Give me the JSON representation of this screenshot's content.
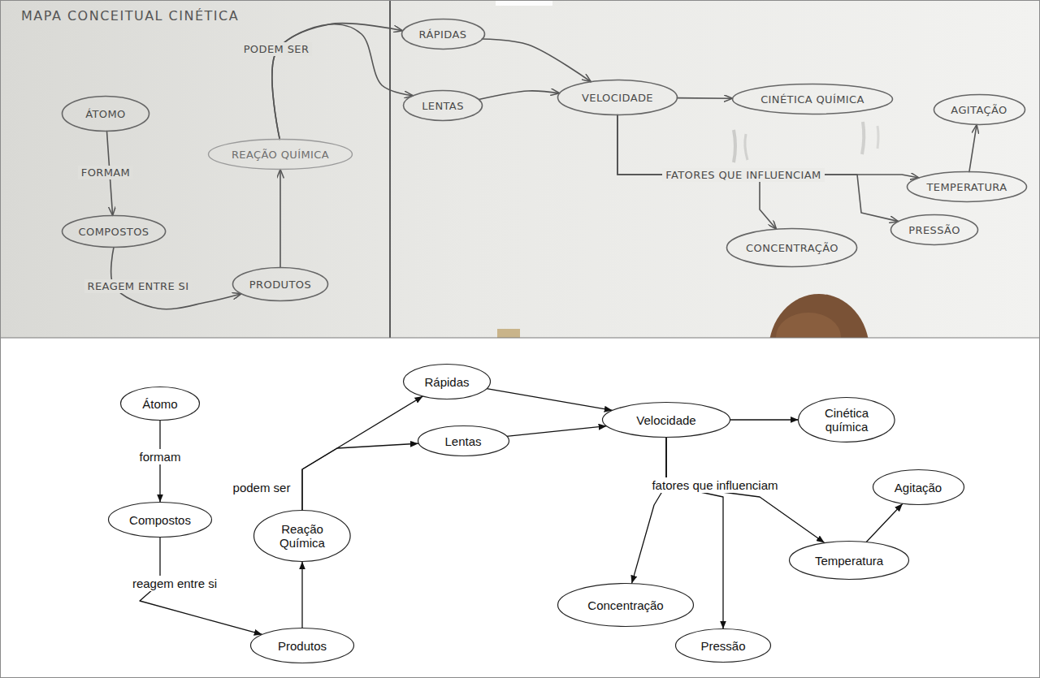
{
  "diagram": {
    "title": "MAPA CONCEITUAL CINÉTICA",
    "nodes": [
      {
        "text": [
          "ÁTOMO"
        ]
      },
      {
        "text": [
          "COMPOSTOS"
        ]
      },
      {
        "text": [
          "PRODUTOS"
        ]
      },
      {
        "text": [
          "REAÇÃO QUÍMICA"
        ]
      },
      {
        "text": [
          "RÁPIDAS"
        ]
      },
      {
        "text": [
          "LENTAS"
        ]
      },
      {
        "text": [
          "VELOCIDADE"
        ]
      },
      {
        "text": [
          "CINÉTICA QUÍMICA"
        ]
      },
      {
        "text": [
          "AGITAÇÃO"
        ]
      },
      {
        "text": [
          "TEMPERATURA"
        ]
      },
      {
        "text": [
          "PRESSÃO"
        ]
      },
      {
        "text": [
          "CONCENTRAÇÃO"
        ]
      },
      {
        "text": [
          "Átomo"
        ]
      },
      {
        "text": [
          "Compostos"
        ]
      },
      {
        "text": [
          "Produtos"
        ]
      },
      {
        "text": [
          "Reação Química"
        ]
      },
      {
        "text": [
          "Rápidas"
        ]
      },
      {
        "text": [
          "Lentas"
        ]
      },
      {
        "text": [
          "Velocidade"
        ]
      },
      {
        "text": [
          "Cinética química"
        ]
      },
      {
        "text": [
          "Agitação"
        ]
      },
      {
        "text": [
          "Concentração"
        ]
      },
      {
        "text": [
          "Pressão"
        ]
      },
      {
        "text": [
          "Temperatura"
        ]
      }
    ],
    "edges": [
      {
        "from": 0,
        "to": 1,
        "label": "FORMAM",
        "arrow": "to"
      },
      {
        "from": 1,
        "to": 2,
        "label": "REAGEM ENTRE SI",
        "arrow": "to"
      },
      {
        "from": 2,
        "to": 3,
        "arrow": "to"
      },
      {
        "from": 3,
        "to": 4,
        "label": "PODEM SER",
        "arrow": "to"
      },
      {
        "from": 3,
        "to": 5,
        "arrow": "to"
      },
      {
        "from": 4,
        "to": 6,
        "arrow": "to"
      },
      {
        "from": 5,
        "to": 6,
        "arrow": "to"
      },
      {
        "from": 6,
        "to": 7,
        "arrow": "to"
      },
      {
        "from": 6,
        "to": 11,
        "arrow": "to"
      },
      {
        "from": 6,
        "to": 10,
        "label": "FATORES QUE INFLUENCIAM",
        "arrow": "to"
      },
      {
        "from": 6,
        "to": 9,
        "arrow": "to"
      },
      {
        "from": 9,
        "to": 8,
        "arrow": "to"
      },
      {
        "from": 12,
        "to": 13,
        "label": "formam",
        "arrow": "to"
      },
      {
        "from": 13,
        "to": 14,
        "label": "reagem entre si",
        "arrow": "to"
      },
      {
        "from": 14,
        "to": 15,
        "arrow": "to"
      },
      {
        "from": 15,
        "to": 16,
        "label": "podem ser",
        "arrow": "to"
      },
      {
        "from": 15,
        "to": 17,
        "arrow": "to"
      },
      {
        "from": 16,
        "to": 18,
        "arrow": "to"
      },
      {
        "from": 17,
        "to": 18,
        "arrow": "to"
      },
      {
        "from": 18,
        "to": 19,
        "arrow": "to"
      },
      {
        "from": 18,
        "to": 21,
        "arrow": "to"
      },
      {
        "from": 18,
        "to": 22,
        "label": "fatores que influenciam",
        "arrow": "to"
      },
      {
        "from": 18,
        "to": 23,
        "arrow": "to"
      },
      {
        "from": 23,
        "to": 20,
        "arrow": "to"
      }
    ]
  }
}
